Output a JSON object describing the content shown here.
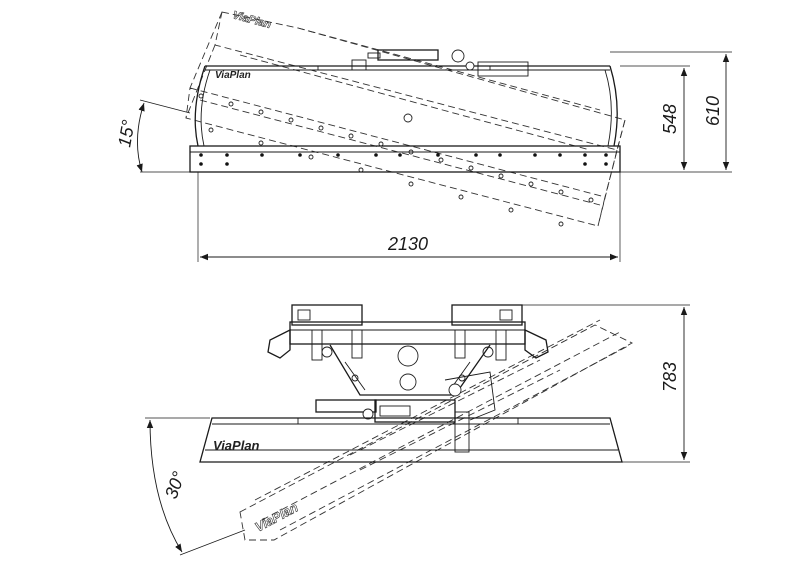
{
  "top_view": {
    "brand": "ViaPlan",
    "ghost_brand": "ViaPlan",
    "width_dimension": "2130",
    "height_dimension_inner": "548",
    "height_dimension_outer": "610",
    "angle_label": "15°"
  },
  "bottom_view": {
    "brand": "ViaPlan",
    "ghost_brand": "ViaPlan",
    "height_dimension": "783",
    "angle_label": "30°"
  },
  "colors": {
    "line": "#1a1a1a",
    "background": "#ffffff"
  }
}
